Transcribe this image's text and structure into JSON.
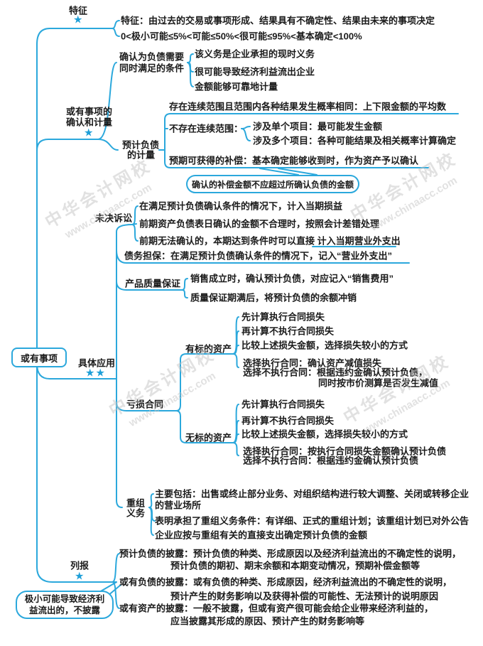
{
  "colors": {
    "line": "#2BA8DC",
    "star": "#1E9FD8",
    "text": "#1A1A1A",
    "watermark": "#C4C4C4"
  },
  "watermark": {
    "line1": "中华会计网校",
    "line2": "www.chinaacc.com"
  },
  "root": {
    "label": "或有事项"
  },
  "tezheng": {
    "label": "特征",
    "star": "★",
    "items": [
      "特征：由过去的交易或事项形成、结果具有不确定性、结果由未来的事项决定",
      "0<极小可能≤5%<可能≤50%<很可能≤95%<基本确定<100%"
    ]
  },
  "queren": {
    "label_line1": "或有事项的",
    "label_line2": "确认和计量",
    "star": "★",
    "conditions": {
      "label_line1": "确认为负债需要",
      "label_line2": "同时满足的条件",
      "items": [
        "该义务是企业承担的现时义务",
        "很可能导致经济利益流出企业",
        "金额能够可靠地计量"
      ]
    },
    "measurement": {
      "label_line1": "预计负债",
      "label_line2": "的计量",
      "continuous_range": "存在连续范围且范围内各种结果发生概率相同：上下限金额的平均数",
      "no_range_label": "不存在连续范围：",
      "no_range_items": [
        "涉及单个项目：最可能发生金额",
        "涉及多个项目：各种可能结果及相关概率计算确定"
      ],
      "compensation": "预期可获得的补偿：基本确定能够收到时，作为资产予以确认",
      "callout": "确认的补偿金额不应超过所确认负债的金额"
    }
  },
  "juti": {
    "label": "具体应用",
    "stars": "★★",
    "lawsuit": {
      "label": "未决诉讼",
      "items": [
        "在满足预计负债确认条件的情况下，计入当期损益",
        "前期资产负债表日确认的金额不合理时，按照会计差错处理",
        "前期无法确认的，本期达到条件时可以直接 计入当期营业外支出"
      ]
    },
    "guarantee": "债务担保：在满足预计负债确认条件的情况下，记入“营业外支出”",
    "warranty": {
      "label": "产品质量保证",
      "items": [
        "销售成立时，确认预计负债，对应记入“销售费用”",
        "质量保证期满后，将预计负债的余额冲销"
      ]
    },
    "onerous": {
      "label": "亏损合同",
      "with_asset": {
        "label": "有标的资产",
        "items": [
          "先计算执行合同损失",
          "再计算不执行合同损失",
          "比较上述损失金额，选择损失较小的方式",
          "选择执行合同：确认资产减值损失",
          "选择不执行合同：根据违约金确认预计负债，",
          "同时按市价测算是否发生减值"
        ]
      },
      "without_asset": {
        "label": "无标的资产",
        "items": [
          "先计算执行合同损失",
          "再计算不执行合同损失",
          "比较上述损失金额，选择损失较小的方式",
          "选择执行合同：按执行合同损失金额确认预计负债",
          "选择不执行合同：根据违约金确认预计负债"
        ]
      }
    },
    "restructure": {
      "label_line1": "重组",
      "label_line2": "义务",
      "items": [
        "主要包括：出售或终止部分业务、对组织结构进行较大调整、关闭或转移企业",
        "的营业场所",
        "表明承担了重组义务条件：有详细、正式的重组计划；该重组计划已对外公告",
        "企业应按与重组有关的直接支出确定预计负债的金额"
      ]
    }
  },
  "liebao": {
    "label": "列报",
    "star": "★",
    "items": [
      {
        "line1": "预计负债的披露：预计负债的种类、形成原因以及经济利益流出的不确定性的说明，",
        "line2": "预计负债的期初、期末余额和本期变动情况，预期补偿金额等"
      },
      {
        "line1": "或有负债的披露：或有负债的种类、形成原因，经济利益流出的不确定性的说明，",
        "line2": "预计产生的财务影响以及获得补偿的可能性、无法预计的说明原因"
      },
      {
        "line1": "或有资产的披露：一般不披露，但或有资产很可能会给企业带来经济利益的，",
        "line2": "应当披露其形成的原因、预计产生的财务影响等"
      }
    ],
    "callout_line1": "极小可能导致经济利",
    "callout_line2": "益流出的，不披露"
  }
}
